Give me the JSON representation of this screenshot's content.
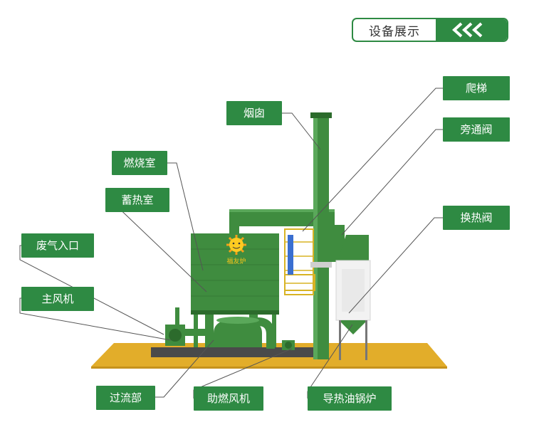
{
  "header": {
    "title": "设备展示",
    "arrows_icon": "triple-chevron-left-icon"
  },
  "labels": {
    "chimney": "烟囱",
    "ladder": "爬梯",
    "bypass_valve": "旁通阀",
    "combustion_chamber": "燃烧室",
    "regenerative_chamber": "蓄热室",
    "heat_exchange_valve": "换热阀",
    "exhaust_inlet": "废气入口",
    "main_fan": "主风机",
    "overflow_section": "过流部",
    "combustion_fan": "助燃风机",
    "thermal_oil_boiler": "导热油锅炉"
  },
  "logo": {
    "text": "福友炉"
  },
  "colors": {
    "accent": "#2e8a43",
    "equipment": "#3f8c3f",
    "equipment_dark": "#2c6b2c",
    "base": "#e2ad2a",
    "boiler": "#f2f2f2"
  }
}
